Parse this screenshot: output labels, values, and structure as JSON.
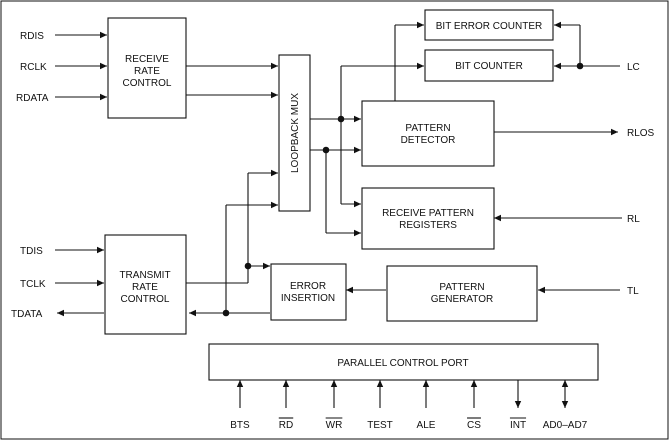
{
  "blocks": {
    "receive_rate_control": [
      "RECEIVE",
      "RATE",
      "CONTROL"
    ],
    "transmit_rate_control": [
      "TRANSMIT",
      "RATE",
      "CONTROL"
    ],
    "loopback_mux": "LOOPBACK MUX",
    "bit_error_counter": "BIT ERROR COUNTER",
    "bit_counter": "BIT COUNTER",
    "pattern_detector": [
      "PATTERN",
      "DETECTOR"
    ],
    "receive_pattern_registers": [
      "RECEIVE PATTERN",
      "REGISTERS"
    ],
    "error_insertion": [
      "ERROR",
      "INSERTION"
    ],
    "pattern_generator": [
      "PATTERN",
      "GENERATOR"
    ],
    "parallel_control_port": "PARALLEL CONTROL PORT"
  },
  "signals": {
    "rdis": "RDIS",
    "rclk": "RCLK",
    "rdata": "RDATA",
    "tdis": "TDIS",
    "tclk": "TCLK",
    "tdata": "TDATA",
    "lc": "LC",
    "rlos": "RLOS",
    "rl": "RL",
    "tl": "TL"
  },
  "port_pins": [
    {
      "label": "BTS",
      "overline": false,
      "direction": "in"
    },
    {
      "label": "RD",
      "overline": true,
      "direction": "in"
    },
    {
      "label": "WR",
      "overline": true,
      "direction": "in"
    },
    {
      "label": "TEST",
      "overline": false,
      "direction": "in"
    },
    {
      "label": "ALE",
      "overline": false,
      "direction": "in"
    },
    {
      "label": "CS",
      "overline": true,
      "direction": "in"
    },
    {
      "label": "INT",
      "overline": true,
      "direction": "out"
    },
    {
      "label": "AD0–AD7",
      "overline": false,
      "direction": "bidirectional"
    }
  ]
}
